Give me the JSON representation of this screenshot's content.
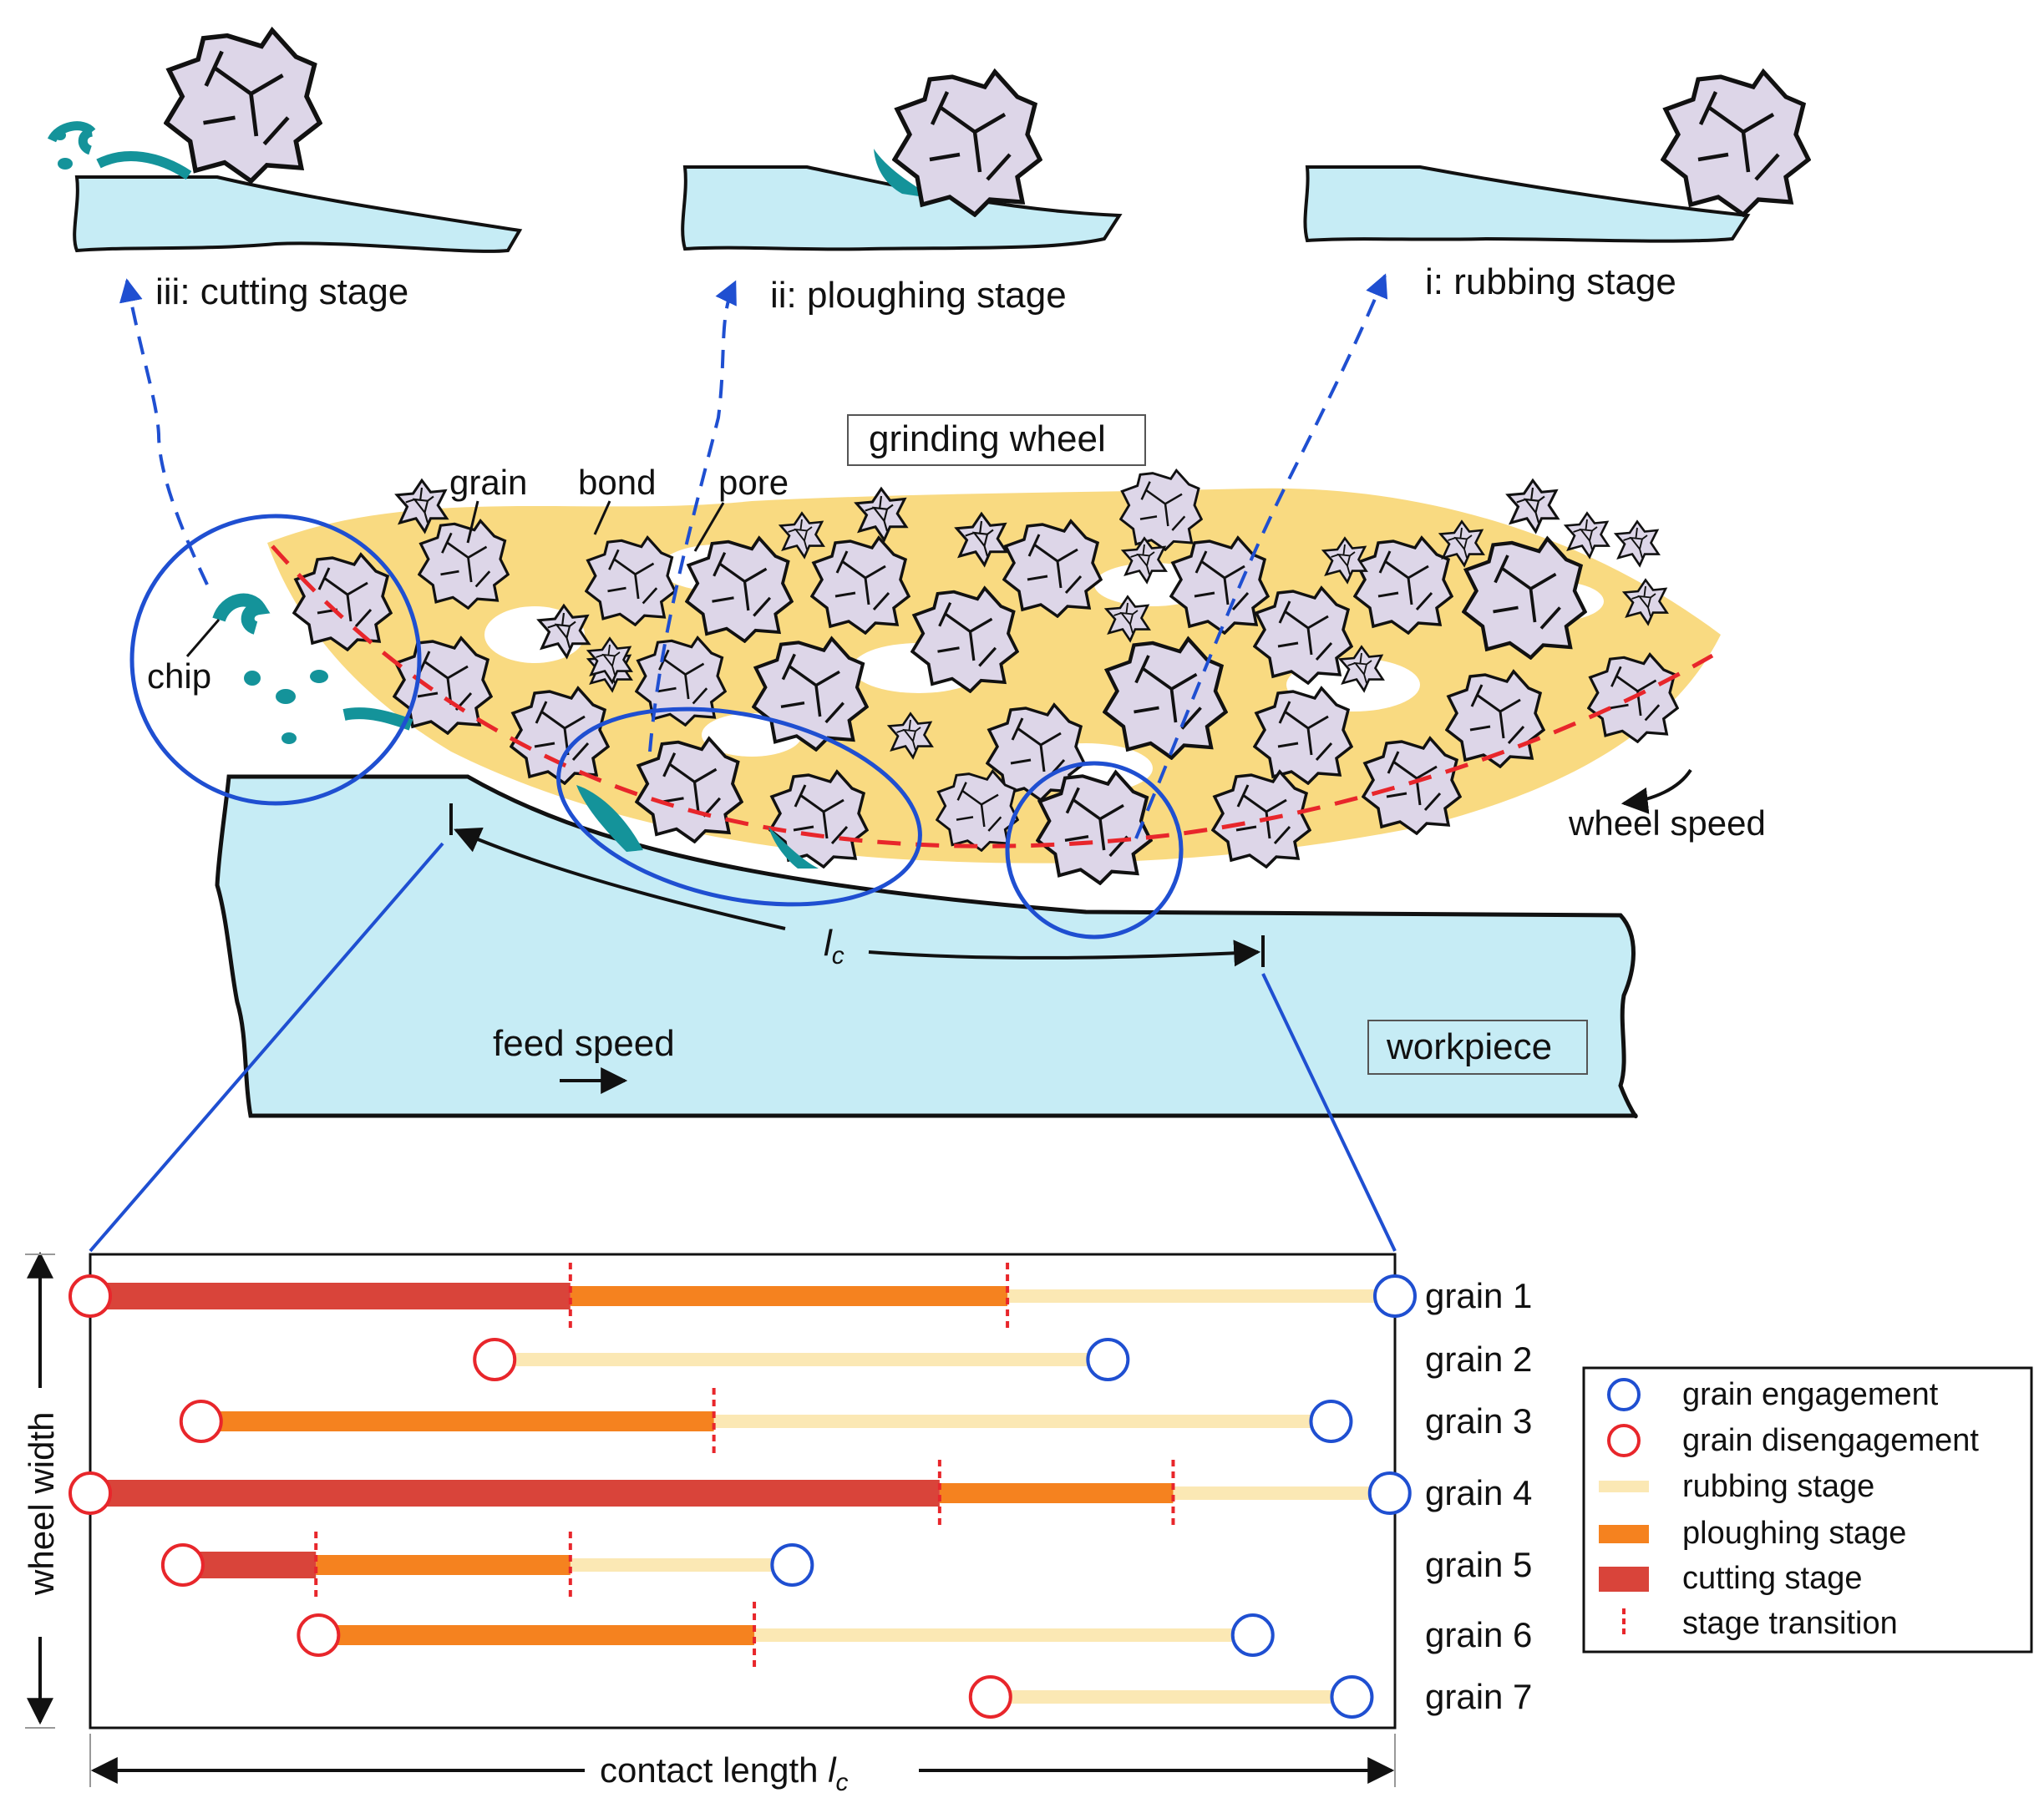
{
  "stages_top": {
    "cutting": "iii: cutting stage",
    "ploughing": "ii: ploughing stage",
    "rubbing": "i: rubbing stage"
  },
  "wheel": {
    "title": "grinding wheel",
    "grain": "grain",
    "bond": "bond",
    "pore": "pore",
    "chip": "chip",
    "wheel_speed": "wheel speed",
    "lc_label": "l",
    "lc_sub": "c"
  },
  "workpiece": {
    "title": "workpiece",
    "feed_speed": "feed speed"
  },
  "timeline": {
    "y_axis": "wheel width",
    "x_axis": "contact  length ",
    "x_axis_sym": "l",
    "x_axis_sub": "c",
    "grains": [
      {
        "label": "grain 1",
        "engage": 0.0,
        "cut_end": 0.368,
        "plough_end": 0.703,
        "disengage": 1.0
      },
      {
        "label": "grain 2",
        "engage": 0.31,
        "cut_end": null,
        "plough_end": null,
        "disengage": 0.78
      },
      {
        "label": "grain 3",
        "engage": 0.085,
        "cut_end": null,
        "plough_end": 0.478,
        "disengage": 0.951
      },
      {
        "label": "grain 4",
        "engage": 0.0,
        "cut_end": 0.651,
        "plough_end": 0.83,
        "disengage": 0.996
      },
      {
        "label": "grain 5",
        "engage": 0.071,
        "cut_end": 0.173,
        "plough_end": 0.368,
        "disengage": 0.538
      },
      {
        "label": "grain 6",
        "engage": 0.175,
        "cut_end": null,
        "plough_end": 0.509,
        "disengage": 0.891
      },
      {
        "label": "grain 7",
        "engage": 0.69,
        "cut_end": null,
        "plough_end": null,
        "disengage": 0.967
      }
    ]
  },
  "legend": {
    "items": [
      {
        "label": "grain engagement"
      },
      {
        "label": "grain disengagement"
      },
      {
        "label": "rubbing stage"
      },
      {
        "label": "ploughing stage"
      },
      {
        "label": "cutting stage"
      },
      {
        "label": "stage transition"
      }
    ]
  },
  "colors": {
    "cutting": "#d9443a",
    "ploughing": "#f5821f",
    "rubbing": "#fbe8b4",
    "engagement": "#1f4fd1",
    "disengagement": "#e8262b",
    "workpiece": "#c6ecf5",
    "bond": "#f8d46b",
    "grain": "#ddd6e8",
    "chip": "#14939a",
    "guide": "#1f4fd1"
  }
}
